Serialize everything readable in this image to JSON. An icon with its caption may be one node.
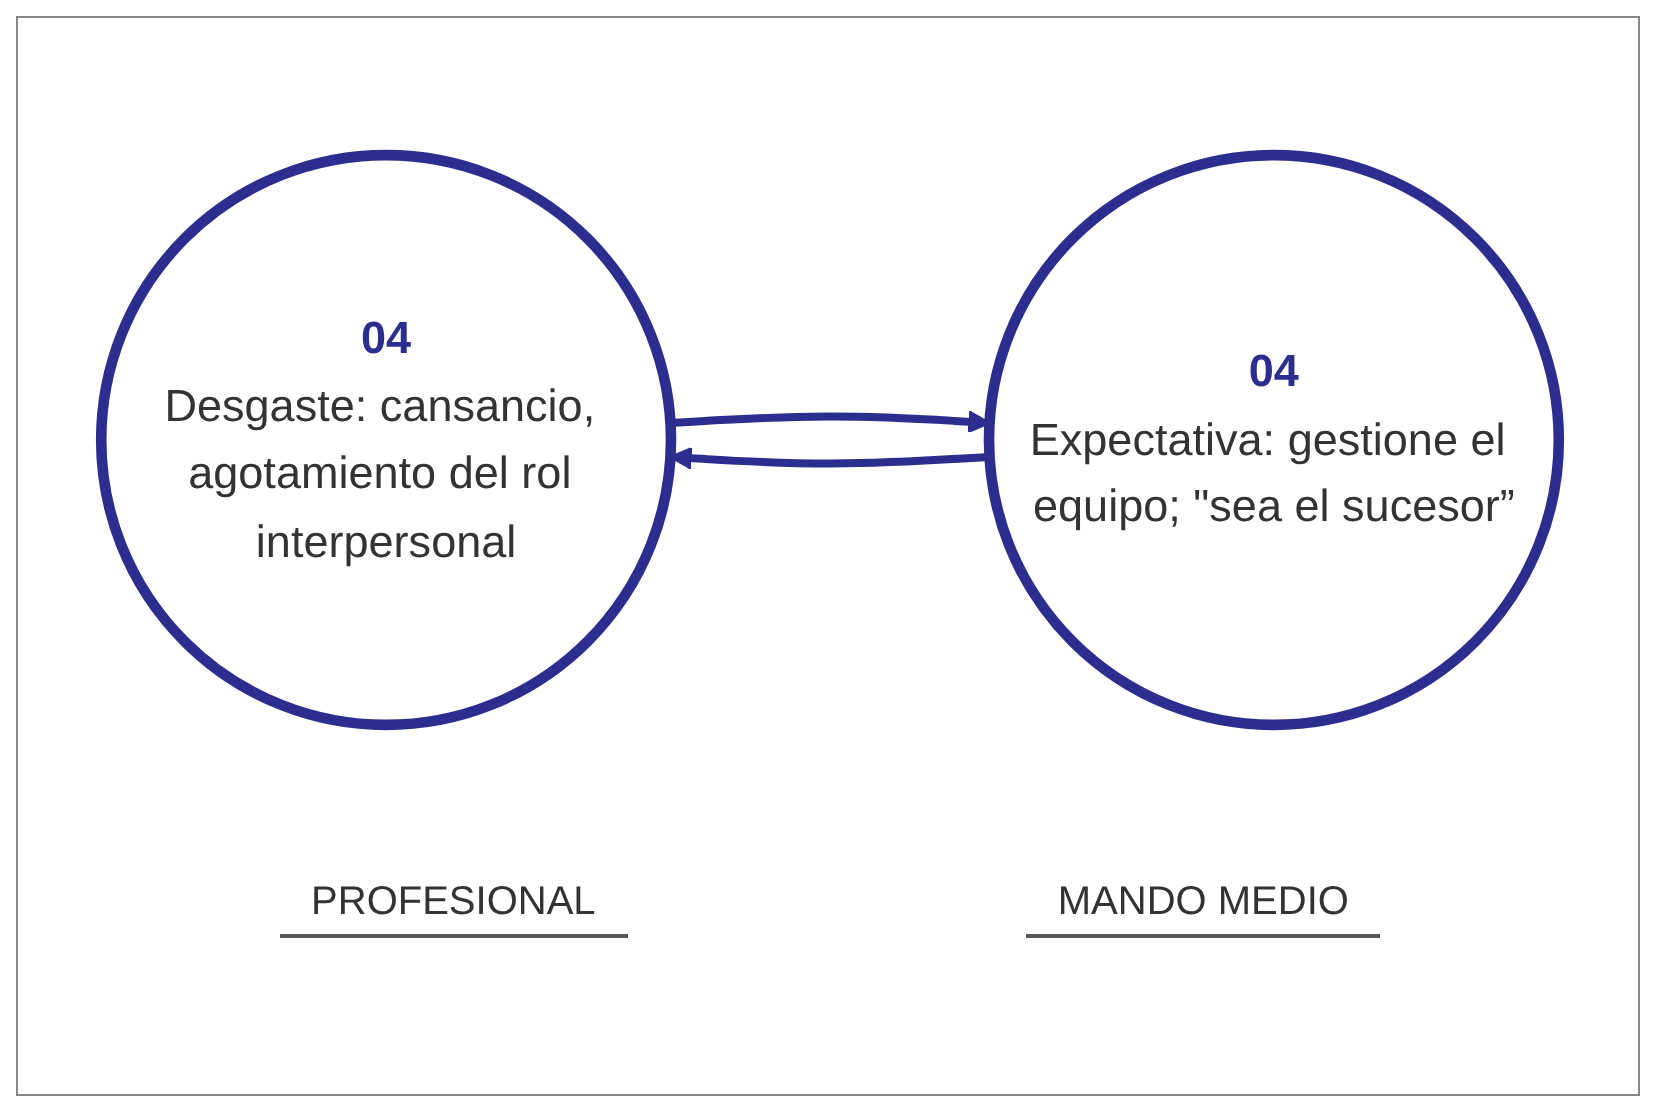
{
  "diagram": {
    "nodes": [
      {
        "text": [
          "04",
          "Desgaste: cansancio, agotamiento del rol interpersonal"
        ]
      },
      {
        "text": [
          "04",
          "Expectativa: gestione el equipo; \"sea el sucesor”"
        ]
      }
    ],
    "edges": [
      {
        "from": 0,
        "to": 1,
        "arrow": "to"
      },
      {
        "from": 1,
        "to": 0,
        "arrow": "to"
      }
    ],
    "labels": [
      "PROFESIONAL",
      "MANDO MEDIO"
    ]
  }
}
